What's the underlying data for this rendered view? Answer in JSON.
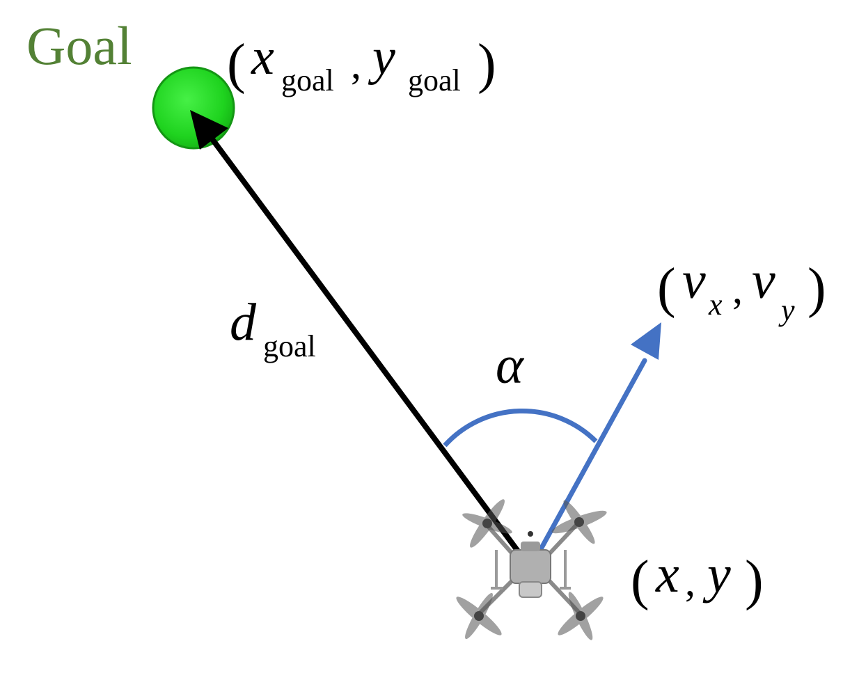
{
  "goal": {
    "label": "Goal",
    "coord": {
      "open": "(",
      "x": "x",
      "x_sub": "goal",
      "sep": ",",
      "y": "y",
      "y_sub": "goal",
      "close": ")"
    }
  },
  "distance": {
    "symbol": "d",
    "sub": "goal"
  },
  "angle": {
    "symbol": "α"
  },
  "velocity": {
    "open": "(",
    "vx": "v",
    "vx_sub": "x",
    "sep": ",",
    "vy": "v",
    "vy_sub": "y",
    "close": ")"
  },
  "drone": {
    "coord": {
      "open": "(",
      "x": "x",
      "sep": ",",
      "y": "y",
      "close": ")"
    },
    "icon": "drone-icon"
  },
  "colors": {
    "goal_text": "#538135",
    "goal_fill": "#1fd31f",
    "goal_stroke": "#149614",
    "arrow_goal": "#000000",
    "arrow_velocity": "#4472c4",
    "text": "#000000"
  }
}
